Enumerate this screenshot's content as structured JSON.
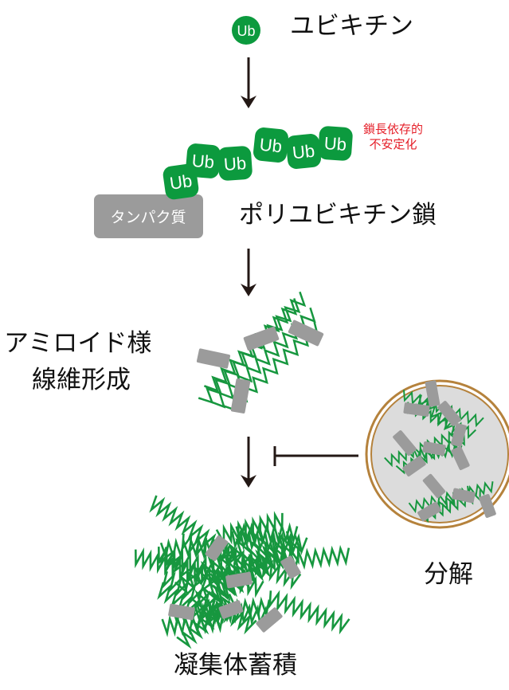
{
  "labels": {
    "ubiquitin": "ユビキチン",
    "ub": "Ub",
    "protein": "タンパク質",
    "polyub_chain": "ポリユビキチン鎖",
    "chain_note_line1": "鎖長依存的",
    "chain_note_line2": "不安定化",
    "amyloid_line1": "アミロイド様",
    "amyloid_line2": "線維形成",
    "degradation": "分解",
    "aggregate": "凝集体蓄積"
  },
  "colors": {
    "ub_green": "#0c9a3e",
    "fibril_green": "#17973f",
    "protein_gray": "#9b9b9b",
    "arrow": "#231815",
    "note_red": "#e5202a",
    "vesicle_ring": "#b5823c",
    "vesicle_fill": "#dcdcdc"
  }
}
